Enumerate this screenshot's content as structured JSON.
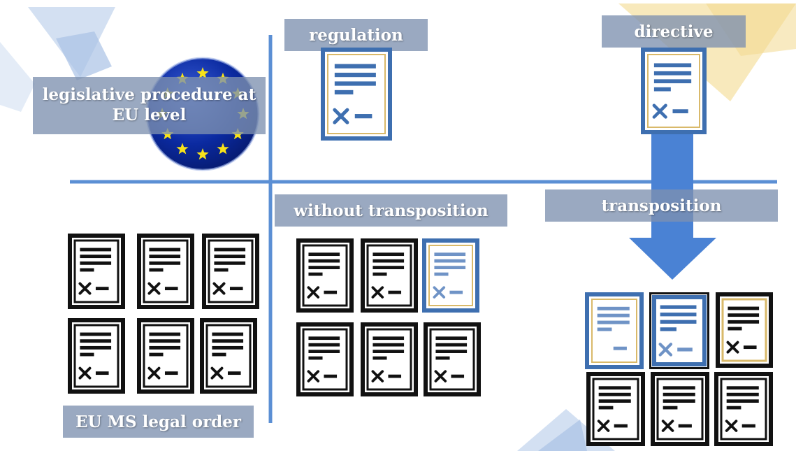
{
  "labels": {
    "eu_level": "legislative procedure at EU level",
    "regulation": "regulation",
    "directive": "directive",
    "without_transposition": "without transposition",
    "transposition": "transposition",
    "ms_legal_order": "EU MS legal order"
  },
  "colors": {
    "axis_blue": "#5b8fd4",
    "doc_blue": "#3e6fb0",
    "doc_gold": "#d9b96a",
    "doc_black": "#111111",
    "label_bg": "#7d91af",
    "eu_blue": "#0b2aa0",
    "eu_star": "#f7e21a"
  },
  "icons": {
    "eu_flag": "eu-star-circle-icon",
    "document": "document-icon"
  }
}
